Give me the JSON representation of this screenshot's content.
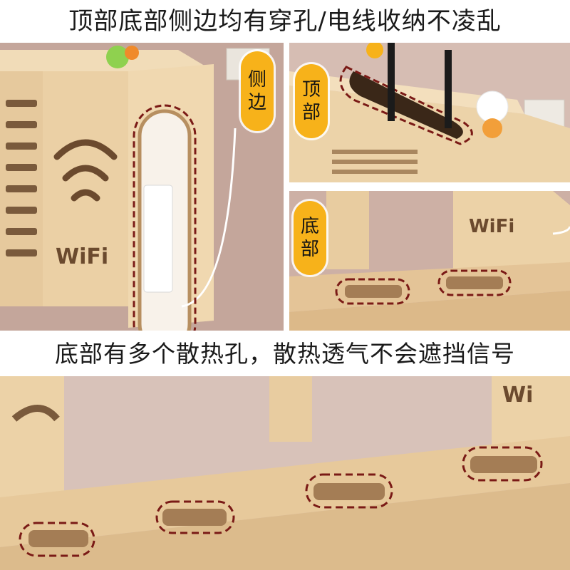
{
  "headline": "顶部底部侧边均有穿孔/电线收纳不凌乱",
  "subheadline": "底部有多个散热孔，散热透气不会遮挡信号",
  "panels": {
    "side": {
      "label_line1": "侧",
      "label_line2": "边",
      "engraving": "WiFi"
    },
    "top": {
      "label_line1": "顶",
      "label_line2": "部"
    },
    "bottom": {
      "label_line1": "底",
      "label_line2": "部",
      "engraving": "WiFi"
    },
    "wide": {
      "engraving_partial": "Wi"
    }
  },
  "colors": {
    "wood": "#e9cfa6",
    "wood_dark": "#c9a877",
    "highlight_dash": "#7a1a16",
    "label_bg": "#f7b21a",
    "wall": "#c7a99f"
  }
}
